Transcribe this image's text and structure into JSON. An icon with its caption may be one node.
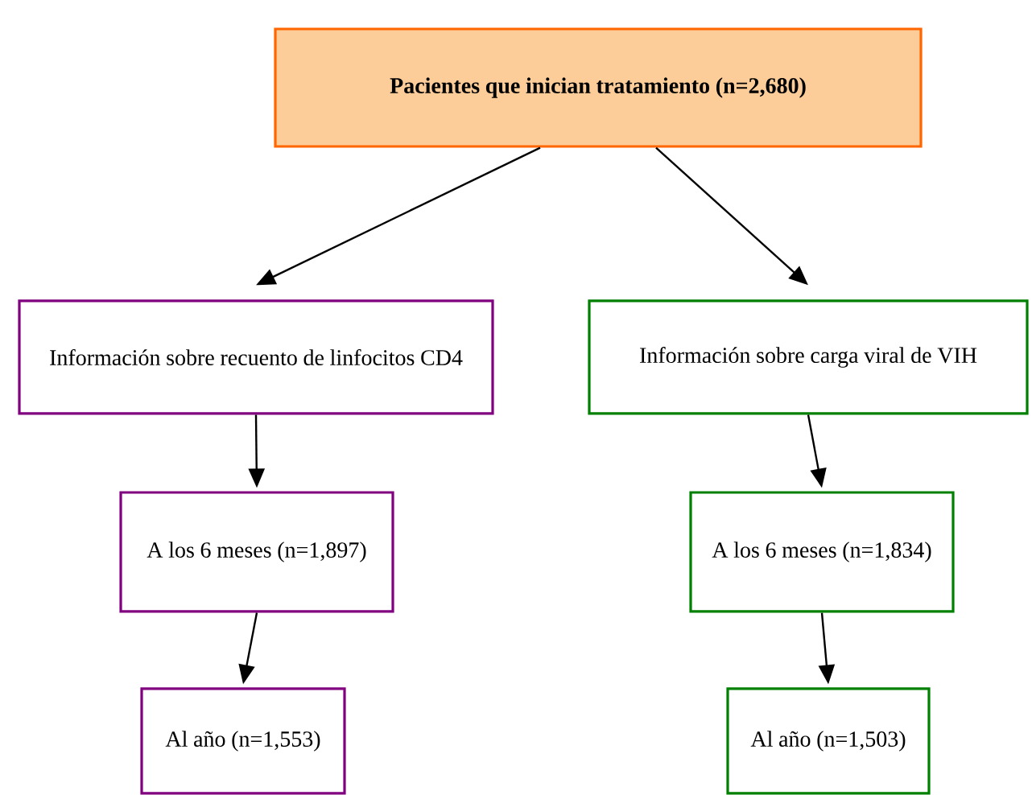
{
  "diagram": {
    "nodes": [
      {
        "text": [
          "Pacientes que inician tratamiento (n=2,680)"
        ]
      },
      {
        "text": [
          "Información sobre recuento de linfocitos CD4"
        ]
      },
      {
        "text": [
          "Información sobre carga viral de VIH"
        ]
      },
      {
        "text": [
          "A los 6 meses (n=1,897)"
        ]
      },
      {
        "text": [
          "A los 6 meses (n=1,834)"
        ]
      },
      {
        "text": [
          "Al año (n=1,553)"
        ]
      },
      {
        "text": [
          "Al año (n=1,503)"
        ]
      }
    ],
    "edges": [
      {
        "from": 0,
        "to": 1,
        "arrow": "to"
      },
      {
        "from": 0,
        "to": 2,
        "arrow": "to"
      },
      {
        "from": 1,
        "to": 3,
        "arrow": "to"
      },
      {
        "from": 3,
        "to": 5,
        "arrow": "to"
      },
      {
        "from": 2,
        "to": 4,
        "arrow": "to"
      },
      {
        "from": 4,
        "to": 6,
        "arrow": "to"
      }
    ]
  }
}
